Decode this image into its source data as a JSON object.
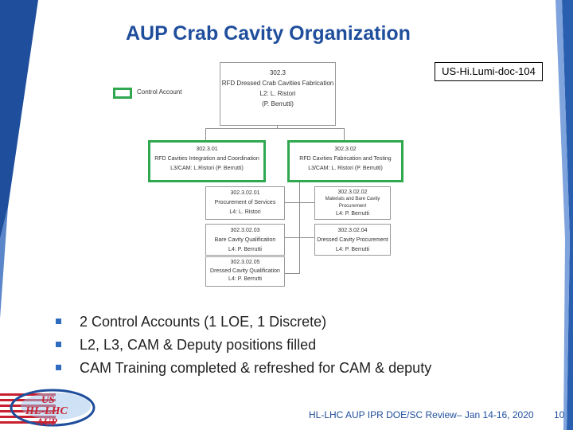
{
  "colors": {
    "title": "#1f4e9c",
    "accent_green": "#2fa84f",
    "bullet": "#2f6bbf",
    "stripe": "#1f4e9c"
  },
  "title": "AUP Crab Cavity Organization",
  "doc_id": "US-Hi.Lumi-doc-104",
  "legend": {
    "label": "Control Account"
  },
  "org": {
    "root": {
      "num": "302.3",
      "title": "RFD Dressed Crab Cavities Fabrication",
      "l2": "L2: L. Ristori",
      "deputy": "(P. Berrutti)"
    },
    "ca1": {
      "num": "302.3.01",
      "title": "RFD Cavities Integration and Coordination",
      "role": "L3/CAM: L.Ristori (P. Berrutti)"
    },
    "ca2": {
      "num": "302.3.02",
      "title": "RFD Cavities Fabrication and Testing",
      "role": "L3/CAM: L. Ristori (P. Berrutti)"
    },
    "w01": {
      "num": "302.3.02.01",
      "title": "Procurement of Services",
      "role": "L4: L. Ristori"
    },
    "w02": {
      "num": "302.3.02.02",
      "title": "Materials and Bare Cavity Procurement",
      "role": "L4: P. Berrutti"
    },
    "w03": {
      "num": "302.3.02.03",
      "title": "Bare Cavity Qualification",
      "role": "L4: P. Berrutti"
    },
    "w04": {
      "num": "302.3.02.04",
      "title": "Dressed Cavity Procurement",
      "role": "L4: P. Berrutti"
    },
    "w05": {
      "num": "302.3.02.05",
      "title": "Dressed Cavity Qualification",
      "role": "L4: P. Berrutti"
    }
  },
  "bullets": [
    "2 Control Accounts (1 LOE, 1 Discrete)",
    "L2, L3, CAM & Deputy positions filled",
    "CAM Training completed & refreshed for CAM & deputy"
  ],
  "footer": "HL-LHC AUP IPR DOE/SC Review– Jan 14-16, 2020",
  "page_number": "10",
  "logo": {
    "line1": "US",
    "line2": "HL-LHC",
    "line3": "AUP"
  }
}
